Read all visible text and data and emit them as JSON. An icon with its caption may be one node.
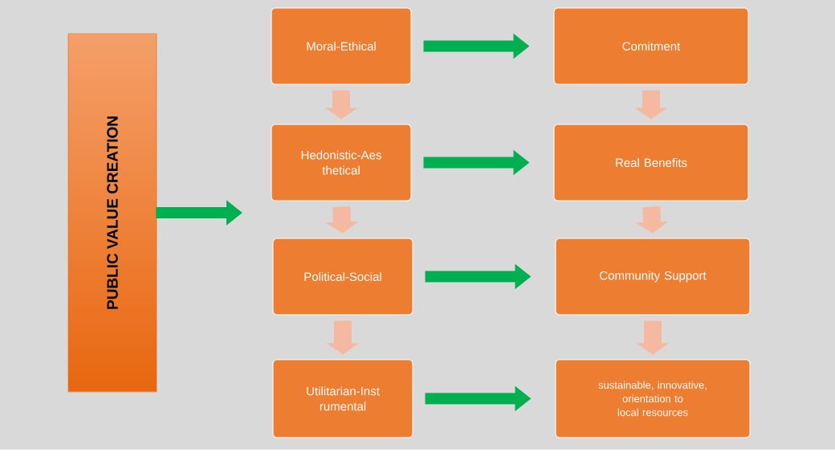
{
  "diagram": {
    "nodes": [
      {
        "text": [
          "PUBLIC  VALUE  CREATION"
        ]
      },
      {
        "text": [
          "Moral-Ethical"
        ]
      },
      {
        "text": [
          "Comitment"
        ]
      },
      {
        "text": [
          "Hedonistic-Aes thetical"
        ]
      },
      {
        "text": [
          "Real Benefits"
        ]
      },
      {
        "text": [
          "Political-Social"
        ]
      },
      {
        "text": [
          "Community Support"
        ]
      },
      {
        "text": [
          "Utilitarian-Inst rumental"
        ]
      },
      {
        "text": [
          "sustainable, innovative, orientation to local resources"
        ]
      }
    ],
    "edges": [
      {
        "from": 0,
        "to": null,
        "arrow": "to",
        "color": "#00b050"
      },
      {
        "from": 1,
        "to": 2,
        "arrow": "to",
        "color": "#00b050"
      },
      {
        "from": 3,
        "to": 4,
        "arrow": "to",
        "color": "#00b050"
      },
      {
        "from": 5,
        "to": 6,
        "arrow": "to",
        "color": "#00b050"
      },
      {
        "from": 7,
        "to": 8,
        "arrow": "to",
        "color": "#00b050"
      },
      {
        "from": 1,
        "to": 3,
        "arrow": "to",
        "color": "#f4b9a0"
      },
      {
        "from": 3,
        "to": 5,
        "arrow": "to",
        "color": "#f4b9a0"
      },
      {
        "from": 5,
        "to": 7,
        "arrow": "to",
        "color": "#f4b9a0"
      },
      {
        "from": 2,
        "to": 4,
        "arrow": "to",
        "color": "#f4b9a0"
      },
      {
        "from": 4,
        "to": 6,
        "arrow": "to",
        "color": "#f4b9a0"
      },
      {
        "from": 6,
        "to": 8,
        "arrow": "to",
        "color": "#f4b9a0"
      }
    ]
  }
}
